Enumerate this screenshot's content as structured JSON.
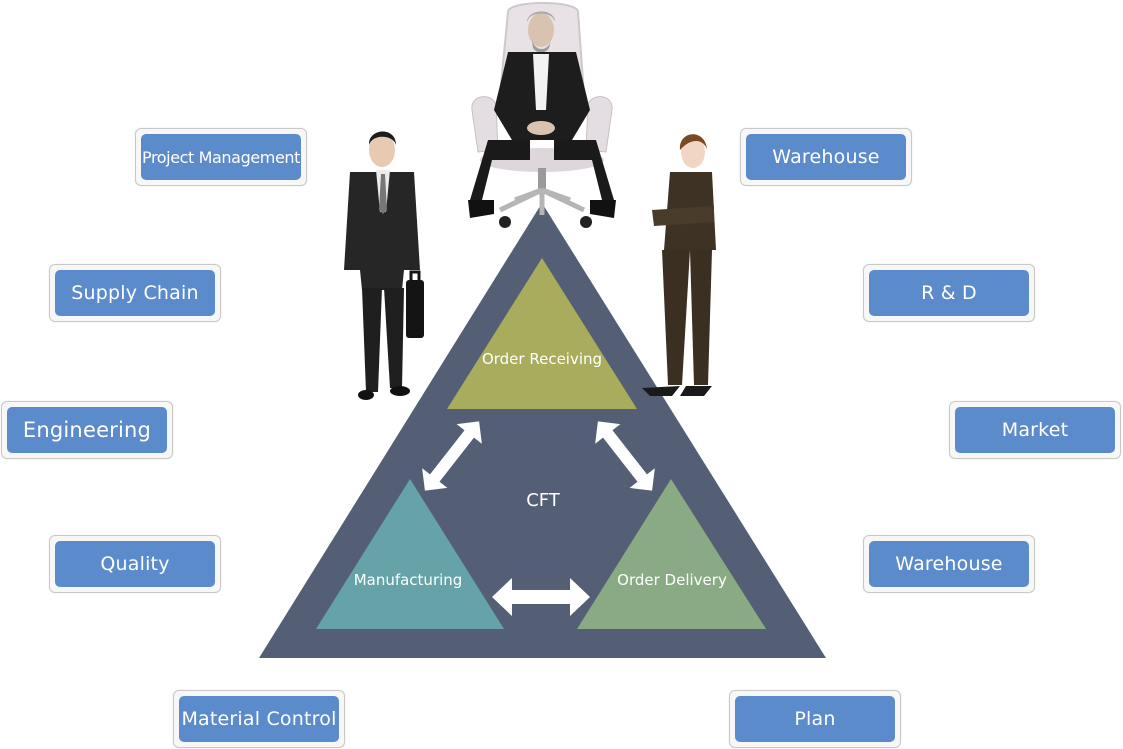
{
  "center_label": "CFT",
  "processes": {
    "top": "Order Receiving",
    "left": "Manufacturing",
    "right": "Order Delivery"
  },
  "departments": {
    "left": [
      "Project Management",
      "Supply Chain",
      "Engineering",
      "Quality",
      "Material Control"
    ],
    "right": [
      "Warehouse",
      "R & D",
      "Market",
      "Warehouse",
      "Plan"
    ]
  },
  "colors": {
    "outer_triangle": "#545f75",
    "order_receiving": "#a8ac5c",
    "manufacturing": "#66a3a8",
    "order_delivery": "#8aaa86",
    "department_fill": "#5b8bcb",
    "arrow": "#ffffff"
  },
  "figures": [
    "seated-executive-figure",
    "businessman-with-briefcase-figure",
    "businesswoman-arms-crossed-figure"
  ]
}
